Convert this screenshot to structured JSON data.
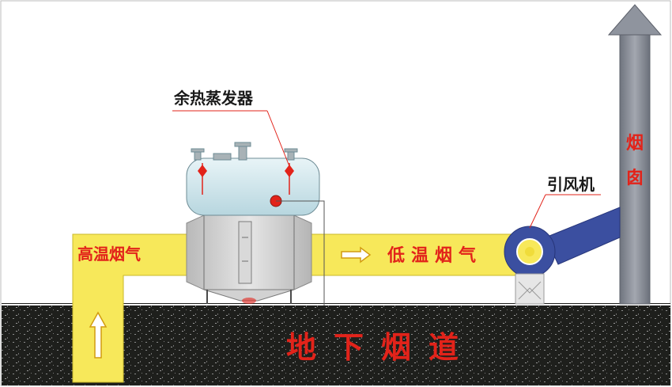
{
  "labels": {
    "evaporator": "余热蒸发器",
    "hot_gas": "高温烟气",
    "cool_gas": "低温烟气",
    "fan": "引风机",
    "chimney": "烟囱",
    "underground_flue": "地下烟道"
  },
  "colors": {
    "duct_yellow": "#f7e85a",
    "ground_dark": "#1e1f1c",
    "boiler_body": "#cfe4ea",
    "housing_gray": "#d5d5d5",
    "fan_blue": "#3b4fa0",
    "chimney_gray": "#8a8f99",
    "label_red": "#e2231a",
    "leader_red": "#e2231a"
  }
}
